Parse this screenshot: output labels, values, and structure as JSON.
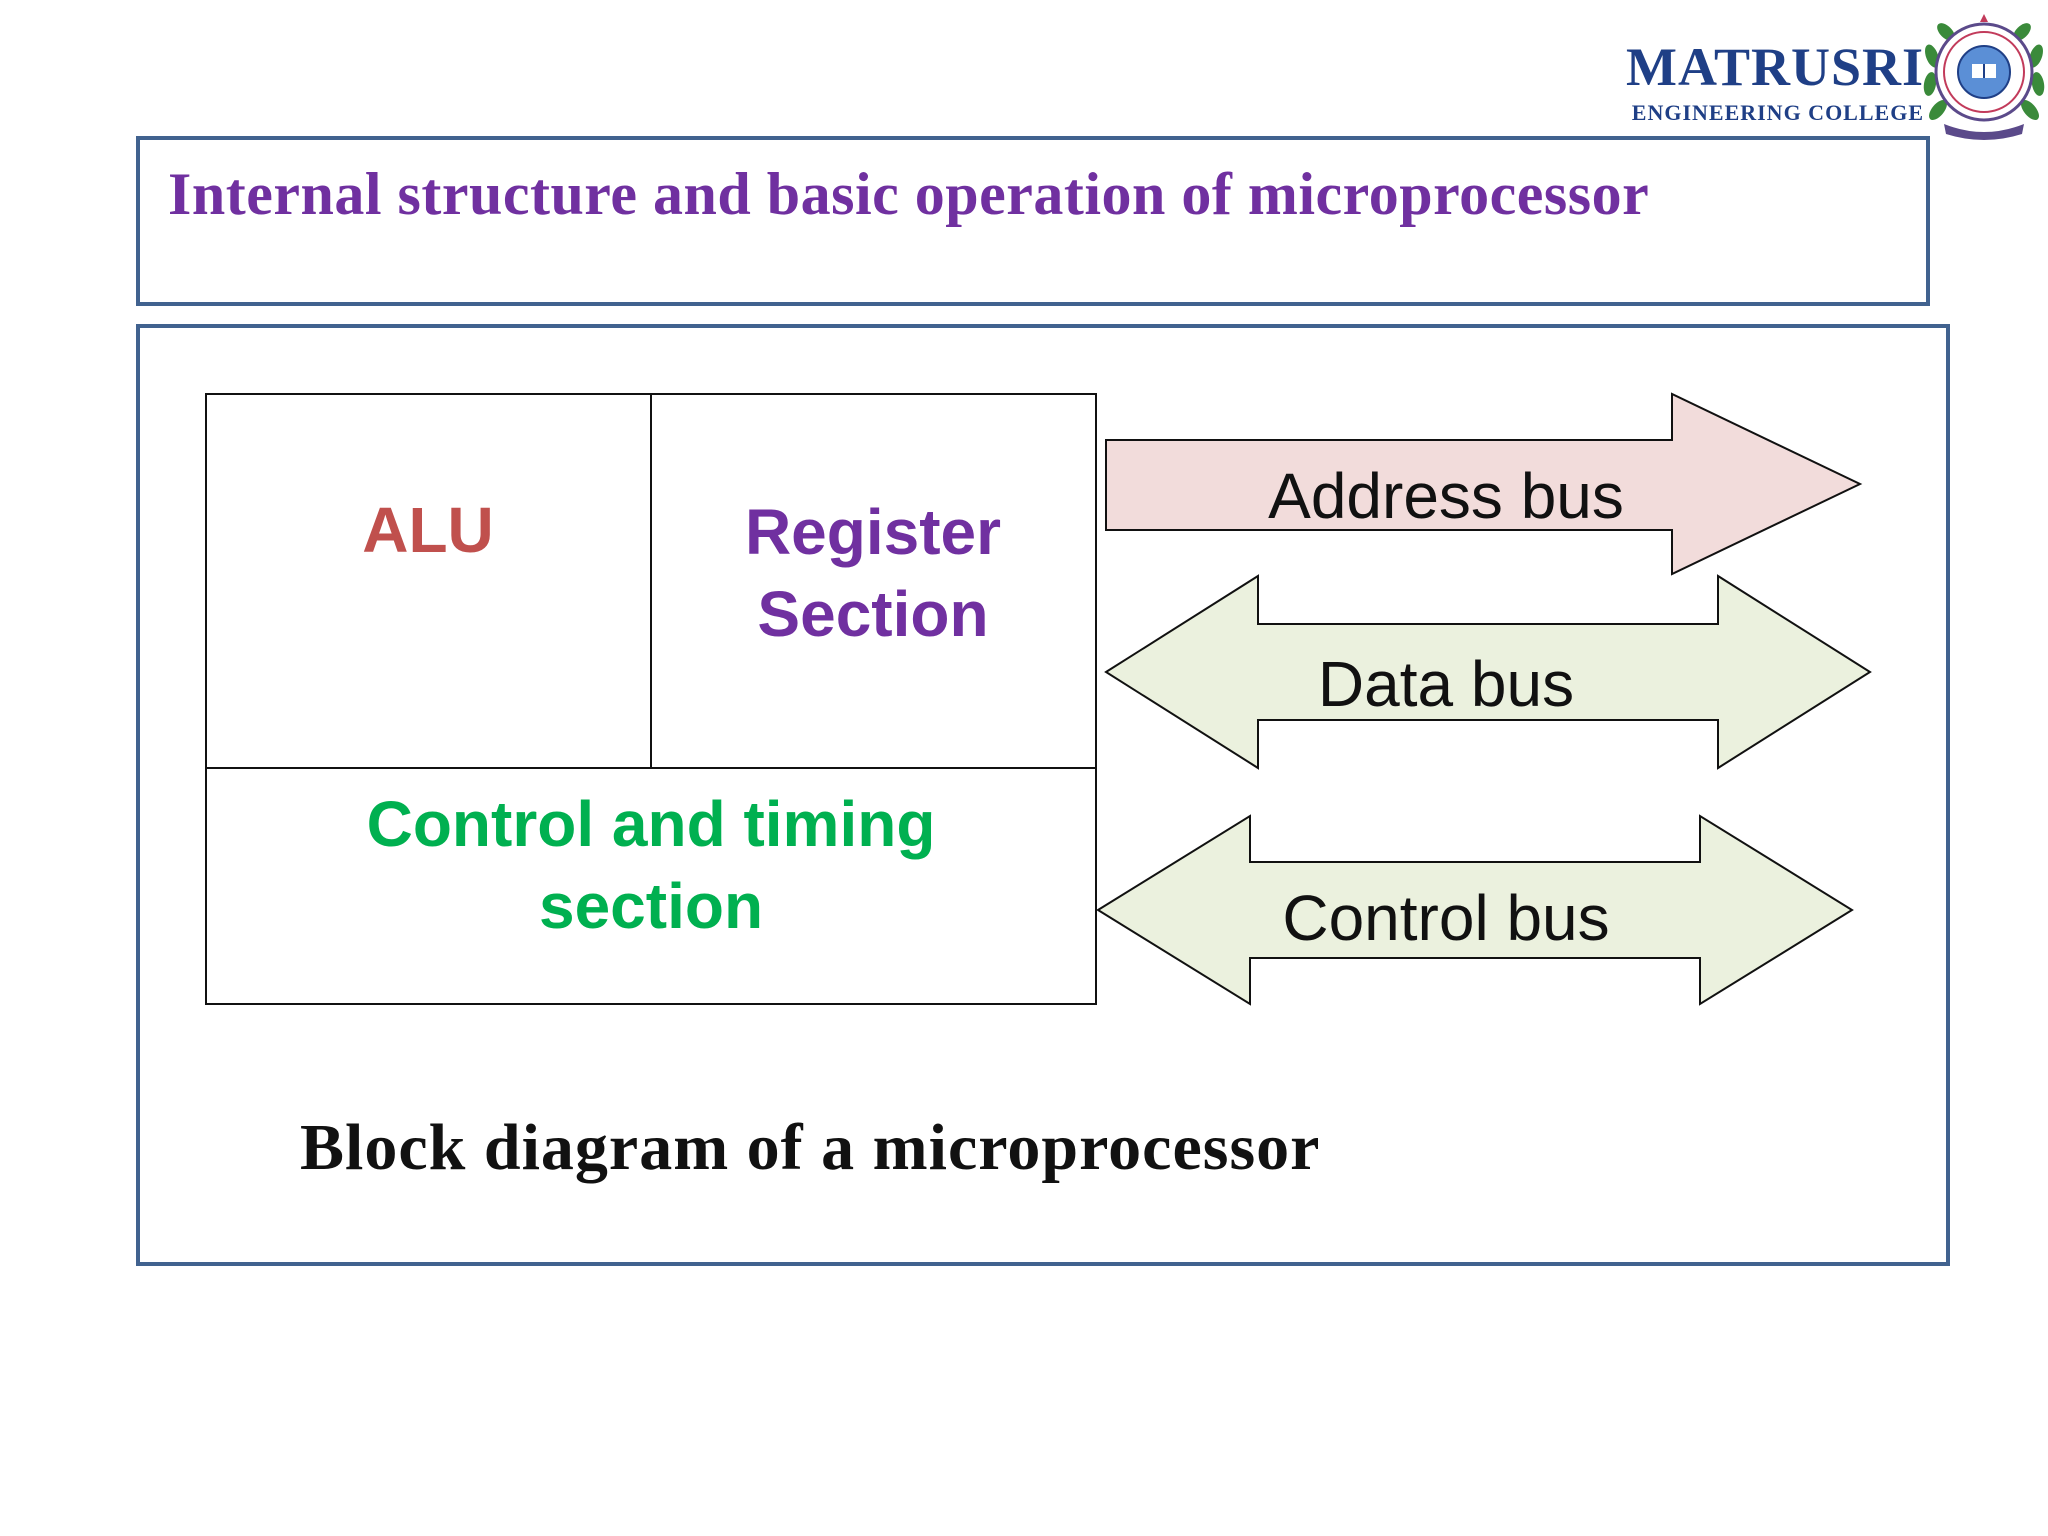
{
  "header": {
    "logo_name": "MATRUSRI",
    "logo_subtitle": "ENGINEERING COLLEGE",
    "seal_icon": "college-seal-icon"
  },
  "slide": {
    "title": "Internal structure and basic operation of microprocessor",
    "caption": "Block diagram of a microprocessor"
  },
  "diagram": {
    "blocks": {
      "alu": "ALU",
      "register_line1": "Register",
      "register_line2": "Section",
      "control_line1": "Control and timing",
      "control_line2": "section"
    },
    "buses": {
      "address": "Address bus",
      "data": "Data bus",
      "control": "Control bus"
    }
  },
  "colors": {
    "alu": "#c0504d",
    "register": "#7030a0",
    "control": "#00b050",
    "address_bus_fill": "#f2dcdb",
    "bus_fill": "#ebf1de",
    "frame": "#41628f",
    "logo": "#1f3f86"
  }
}
